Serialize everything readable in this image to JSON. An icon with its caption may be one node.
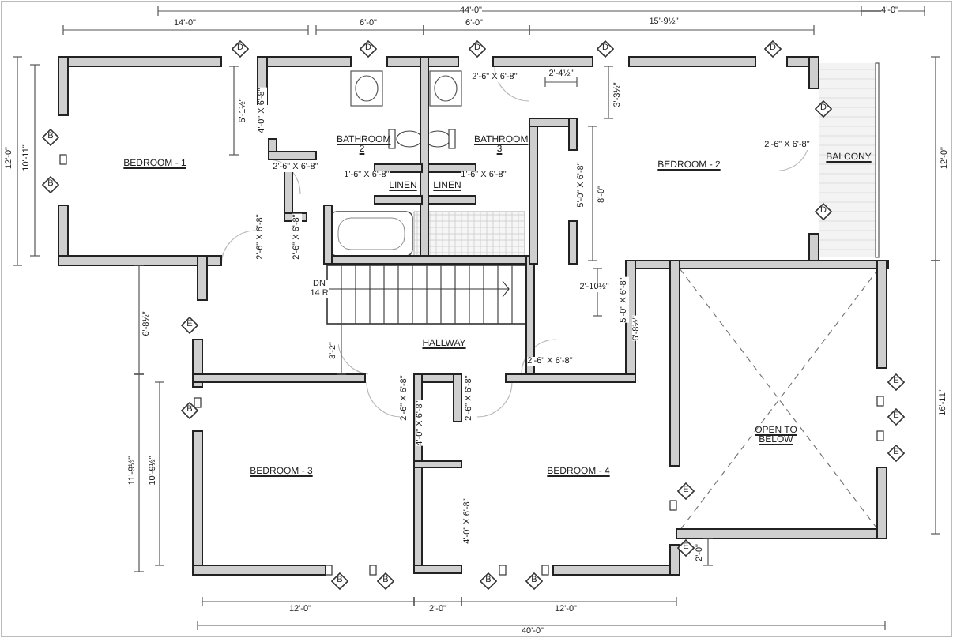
{
  "diagram": {
    "nodes": [
      {
        "text": [
          "BEDROOM - 1"
        ]
      },
      {
        "text": [
          "BATHROOM 2"
        ]
      },
      {
        "text": [
          "BATHROOM 3"
        ]
      },
      {
        "text": [
          "LINEN"
        ]
      },
      {
        "text": [
          "LINEN"
        ]
      },
      {
        "text": [
          "BEDROOM - 2"
        ]
      },
      {
        "text": [
          "BALCONY"
        ]
      },
      {
        "text": [
          "HALLWAY"
        ]
      },
      {
        "text": [
          "BEDROOM - 3"
        ]
      },
      {
        "text": [
          "BEDROOM - 4"
        ]
      },
      {
        "text": [
          "OPEN TO BELOW"
        ]
      }
    ],
    "edges": [],
    "labels": [
      "44'-0\"",
      "4'-0\"",
      "14'-0\"",
      "6'-0\"",
      "6'-0\"",
      "15'-9½\"",
      "D",
      "D",
      "D",
      "D",
      "D",
      "2'-6\" X 6'-8\"",
      "2'-4½\"",
      "3'-3½\"",
      "5'-1½\"",
      "4'-0\" X 6'-8\"",
      "D",
      "12'-0\"",
      "10'-11\"",
      "B",
      "2'-6\" X 6'-8\"",
      "2'-6\" X 6'-8\"",
      "12'-0\"",
      "1'-6\" X 6'-8\"",
      "1'-6\" X 6'-8\"",
      "5'-0\" X 6'-8\"",
      "8'-0\"",
      "B",
      "D",
      "2'-6\" X 6'-8\"",
      "2'-6\" X 6'-8\"",
      "2'-10½\"",
      "DN 14 R",
      "5'-0\" X 6'-8\"",
      "6'-8½\"",
      "E",
      "6'-8½\"",
      "3'-2\"",
      "2'-6\" X 6'-8\"",
      "16'-11\"",
      "E",
      "2'-6\" X 6'-8\"",
      "2'-6\" X 6'-8\"",
      "4'-0\" X 6'-8\"",
      "B",
      "E",
      "11'-9½\"",
      "10'-9½\"",
      "E",
      "E",
      "4'-0\" X 6'-8\"",
      "E",
      "2'-0\"",
      "B",
      "B",
      "B",
      "B",
      "12'-0\"",
      "2'-0\"",
      "12'-0\"",
      "40'-0\""
    ]
  }
}
